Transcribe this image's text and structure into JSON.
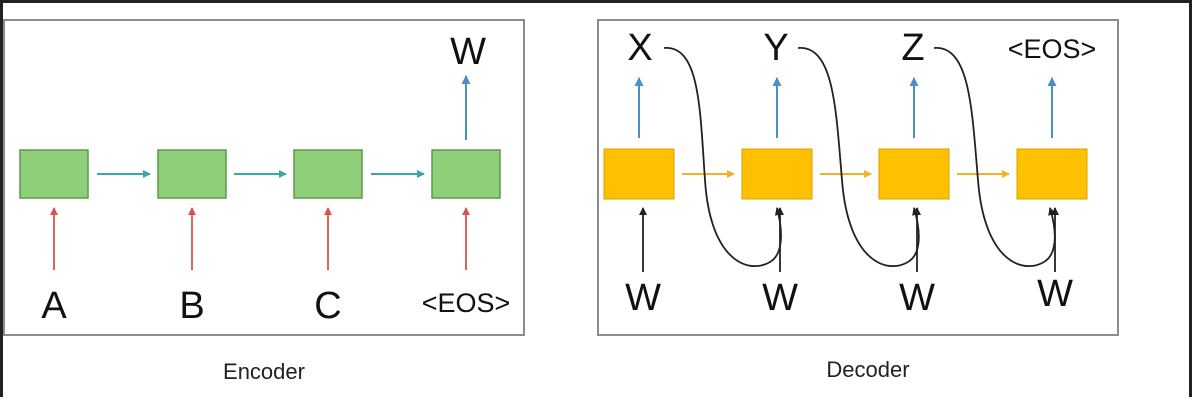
{
  "encoder": {
    "caption": "Encoder",
    "inputs": [
      "A",
      "B",
      "C",
      "<EOS>"
    ],
    "output": "W"
  },
  "decoder": {
    "caption": "Decoder",
    "outputs": [
      "X",
      "Y",
      "Z",
      "<EOS>"
    ],
    "inputs": [
      "W",
      "W",
      "W",
      "W"
    ]
  },
  "colors": {
    "encoder_box": "#8fcf7a",
    "decoder_box": "#ffc000",
    "input_arrow": "#d9534f",
    "output_arrow": "#4a90c8",
    "encoder_link": "#3aa6a6",
    "decoder_link": "#f0b429",
    "feedback_arrow": "#222222"
  }
}
